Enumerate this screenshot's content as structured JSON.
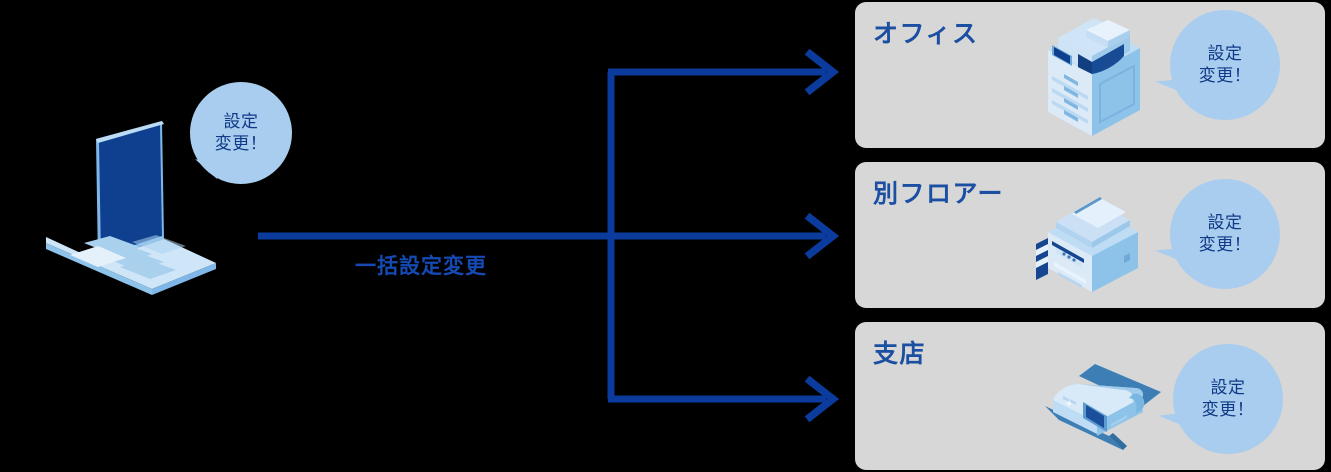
{
  "diagram": {
    "title_text": "一括設定変更",
    "source": {
      "device_name": "laptop",
      "bubble_text": "設定\n変更！"
    },
    "flow_label": "一括設定変更",
    "colors": {
      "arrow": "#0b3b9c",
      "label_text": "#154ab5",
      "panel_bg": "#d7d7d7",
      "panel_title": "#1a4fa2",
      "bubble_fill": "#a9cdee",
      "bubble_text": "#103a87",
      "background": "#000000"
    },
    "destinations": [
      {
        "title": "オフィス",
        "device": "multifunction-copier",
        "bubble_text": "設定\n変更！"
      },
      {
        "title": "別フロアー",
        "device": "desktop-multifunction-printer",
        "bubble_text": "設定\n変更！"
      },
      {
        "title": "支店",
        "device": "inkjet-fax-printer",
        "bubble_text": "設定\n変更！"
      }
    ],
    "arrows": [
      {
        "name": "arrow-to-office",
        "target": "オフィス"
      },
      {
        "name": "arrow-to-other-floor",
        "target": "別フロアー"
      },
      {
        "name": "arrow-to-branch",
        "target": "支店"
      }
    ]
  }
}
